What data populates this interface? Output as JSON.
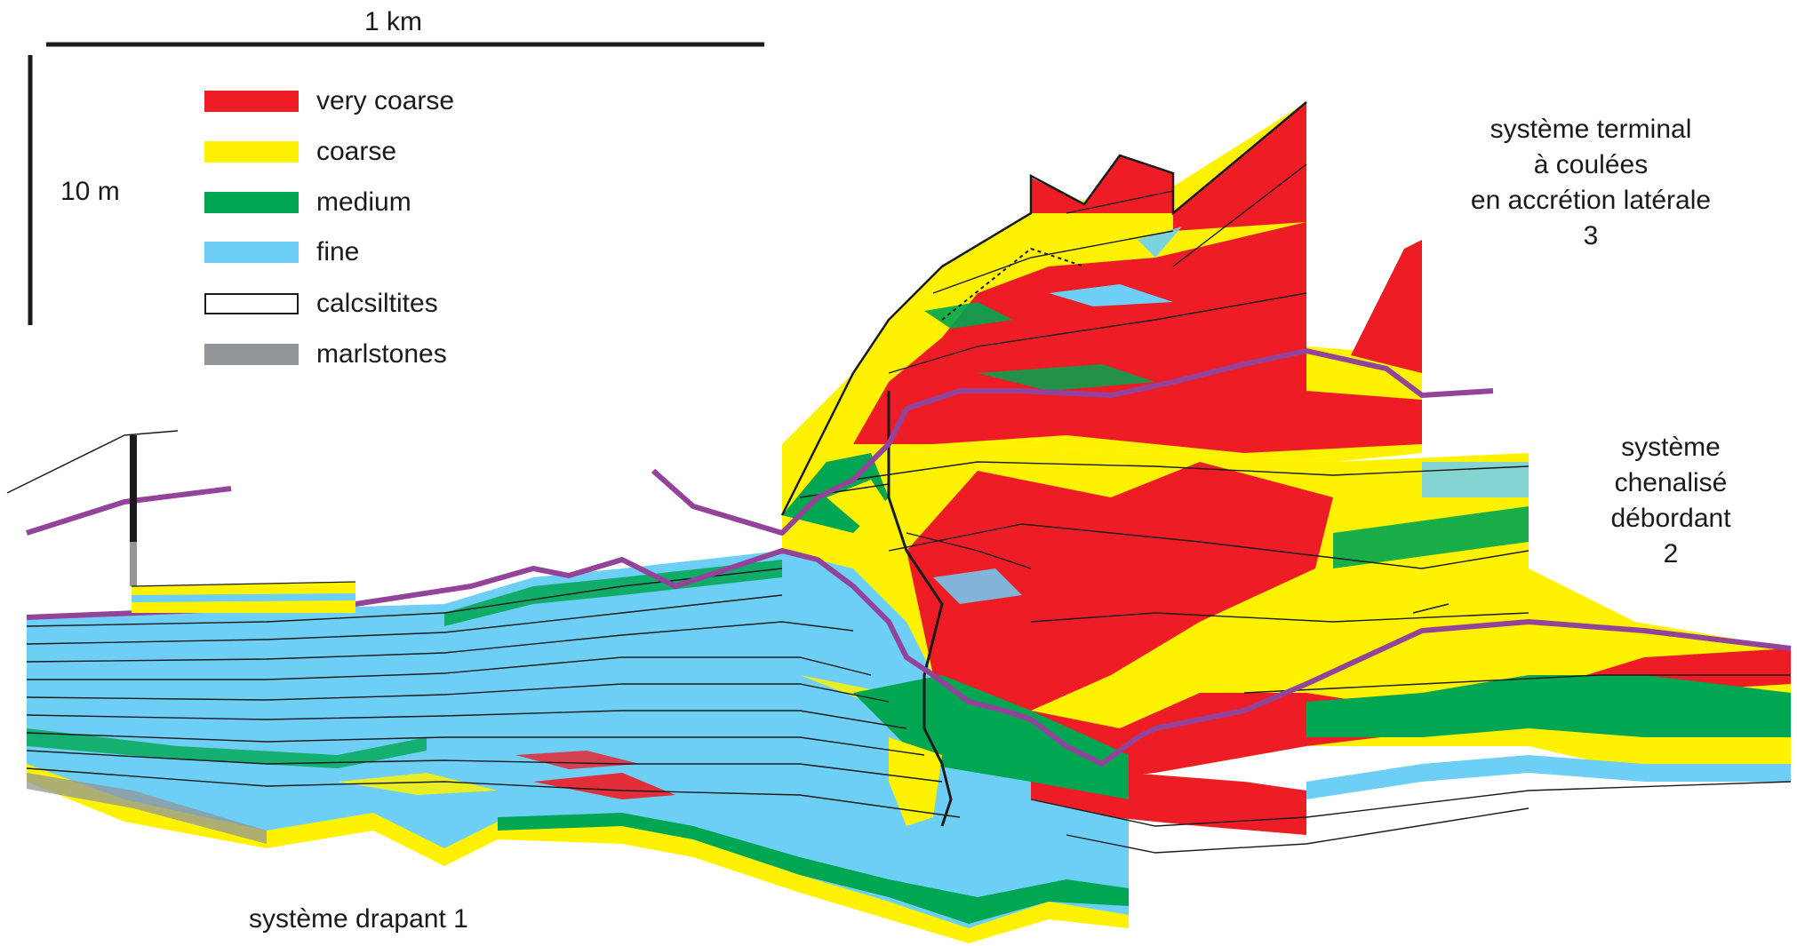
{
  "scale": {
    "horizontal": "1 km",
    "vertical": "10 m"
  },
  "legend": [
    {
      "label": "very coarse",
      "color": "#ee1c25",
      "outline": false
    },
    {
      "label": "coarse",
      "color": "#fff200",
      "outline": false
    },
    {
      "label": "medium",
      "color": "#00a651",
      "outline": false
    },
    {
      "label": "fine",
      "color": "#6dcff6",
      "outline": false
    },
    {
      "label": "calcsiltites",
      "color": "#ffffff",
      "outline": true
    },
    {
      "label": "marlstones",
      "color": "#939598",
      "outline": false
    }
  ],
  "systems": {
    "drapant": "système drapant 1",
    "chenalise": [
      "système",
      "chenalisé",
      "débordant",
      "2"
    ],
    "terminal": [
      "système terminal",
      "à coulées",
      "en accrétion latérale",
      "3"
    ]
  },
  "colors": {
    "surface": "#93449a",
    "ink": "#1a1a1a",
    "very_coarse": "#ee1c25",
    "coarse": "#fff200",
    "medium": "#00a651",
    "fine": "#6dcff6",
    "marlstones": "#939598"
  }
}
